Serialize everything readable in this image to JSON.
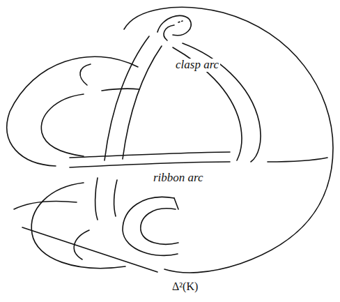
{
  "diagram": {
    "caption": "Δ²(K)",
    "labels": [
      "clasp arc",
      "ribbon arc"
    ]
  }
}
